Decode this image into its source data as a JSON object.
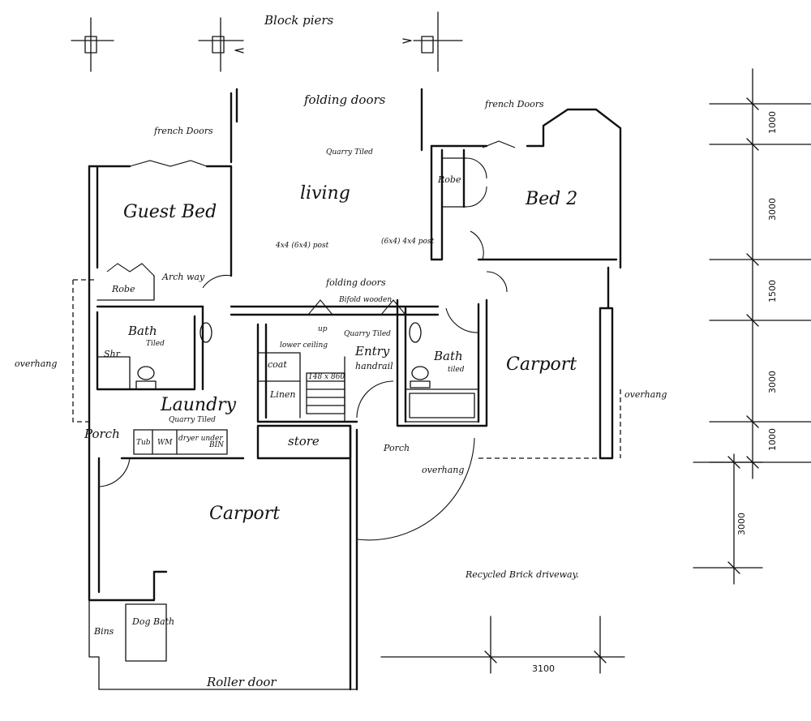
{
  "labels": {
    "block_piers": "Block piers",
    "folding_doors_top": "folding doors",
    "french_doors_left": "french Doors",
    "french_doors_right": "french Doors",
    "quarry_tiled_living": "Quarry Tiled",
    "living": "living",
    "guest_bed": "Guest Bed",
    "bed2": "Bed 2",
    "robe_left": "Robe",
    "robe_right": "Robe",
    "arch_way": "Arch way",
    "post_left": "4x4 (6x4) post",
    "post_right": "(6x4) 4x4 post",
    "folding_doors_mid": "folding doors",
    "bifold_wooden": "Bifold wooden",
    "bath_left": "Bath",
    "tiled_left": "Tiled",
    "shr": "Shr",
    "lower_ceiling": "lower ceiling",
    "up": "up",
    "quarry_tiled_entry": "Quarry Tiled",
    "entry": "Entry",
    "handrail": "handrail",
    "coat": "coat",
    "dim_148x860": "148 x 860",
    "linen": "Linen",
    "bath_right": "Bath",
    "tiled_right": "tiled",
    "carport_right": "Carport",
    "overhang_left": "overhang",
    "overhang_right": "overhang",
    "overhang_porch": "overhang",
    "laundry": "Laundry",
    "quarry_tiled_laundry": "Quarry Tiled",
    "porch_left": "Porch",
    "tub": "Tub",
    "wm": "WM",
    "dryer_under": "dryer under",
    "bin": "BIN",
    "store": "store",
    "porch_right": "Porch",
    "carport_left": "Carport",
    "recycled_brick": "Recycled Brick driveway.",
    "bins": "Bins",
    "dog_bath": "Dog Bath",
    "roller_door": "Roller door"
  },
  "dimensions": {
    "d1": "1000",
    "d2": "3000",
    "d3": "1500",
    "d4": "3000",
    "d5": "1000",
    "d6": "3000",
    "d7": "3100"
  }
}
